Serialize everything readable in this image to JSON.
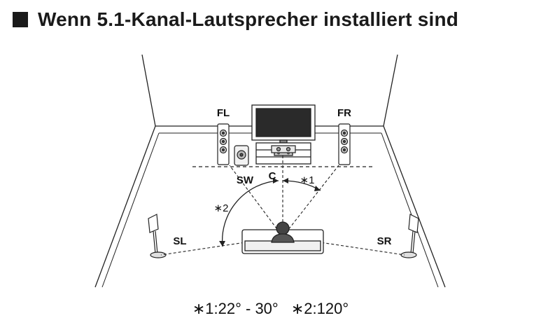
{
  "title": {
    "text": "Wenn 5.1-Kanal-Lautsprecher installiert sind"
  },
  "speakers": {
    "fl": "FL",
    "fr": "FR",
    "sw": "SW",
    "c": "C",
    "sl": "SL",
    "sr": "SR"
  },
  "angles": {
    "a1_mark": "∗1",
    "a2_mark": "∗2"
  },
  "footer": {
    "note1": "∗1:22° - 30°",
    "note2": "∗2:120°"
  }
}
